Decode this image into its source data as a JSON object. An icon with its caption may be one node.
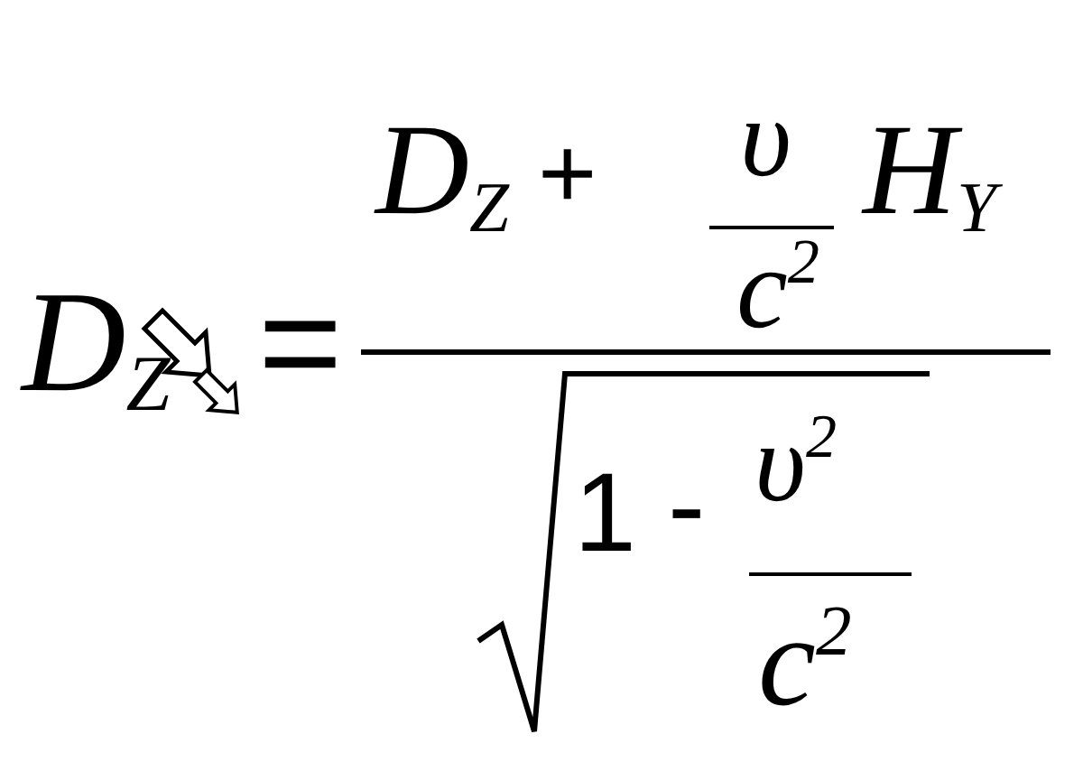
{
  "diagram": {
    "labels": [
      "D$_{Z}$",
      "=",
      "D$_{Z}$",
      "+",
      "υ",
      "c$^{2}$",
      "H$_{Y}$",
      "1",
      "-",
      "υ$^{2}$",
      "c$^{2}$"
    ]
  }
}
